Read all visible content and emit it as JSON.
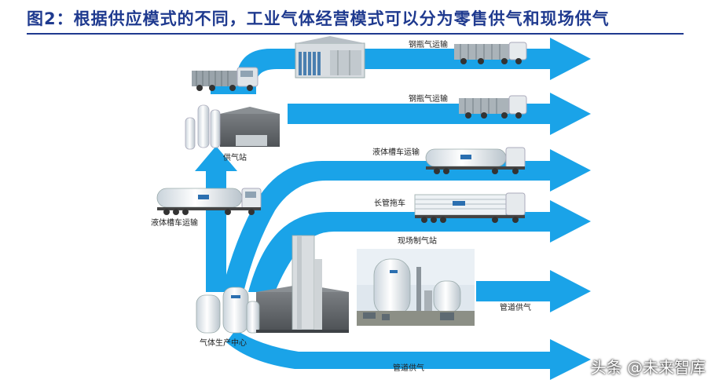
{
  "title": "图2：根据供应模式的不同，工业气体经营模式可以分为零售供气和现场供气",
  "labels": {
    "cylinder_transport_1": "钢瓶气运输",
    "cylinder_transport_2": "钢瓶气运输",
    "supply_station": "供气站",
    "liquid_tanker_left": "液体槽车运输",
    "liquid_tanker_right": "液体槽车运输",
    "tube_trailer": "长管拖车",
    "onsite_plant": "现场制气站",
    "pipeline_supply_1": "管道供气",
    "pipeline_supply_2": "管道供气",
    "production_center": "气体生产中心"
  },
  "watermark": "头条 @未来智库",
  "colors": {
    "arrow": "#1aa3e8",
    "title": "#1f3a8f",
    "tank": "#e8eef3",
    "truck_cab": "#dfe4e8",
    "building": "#6b6f73"
  }
}
